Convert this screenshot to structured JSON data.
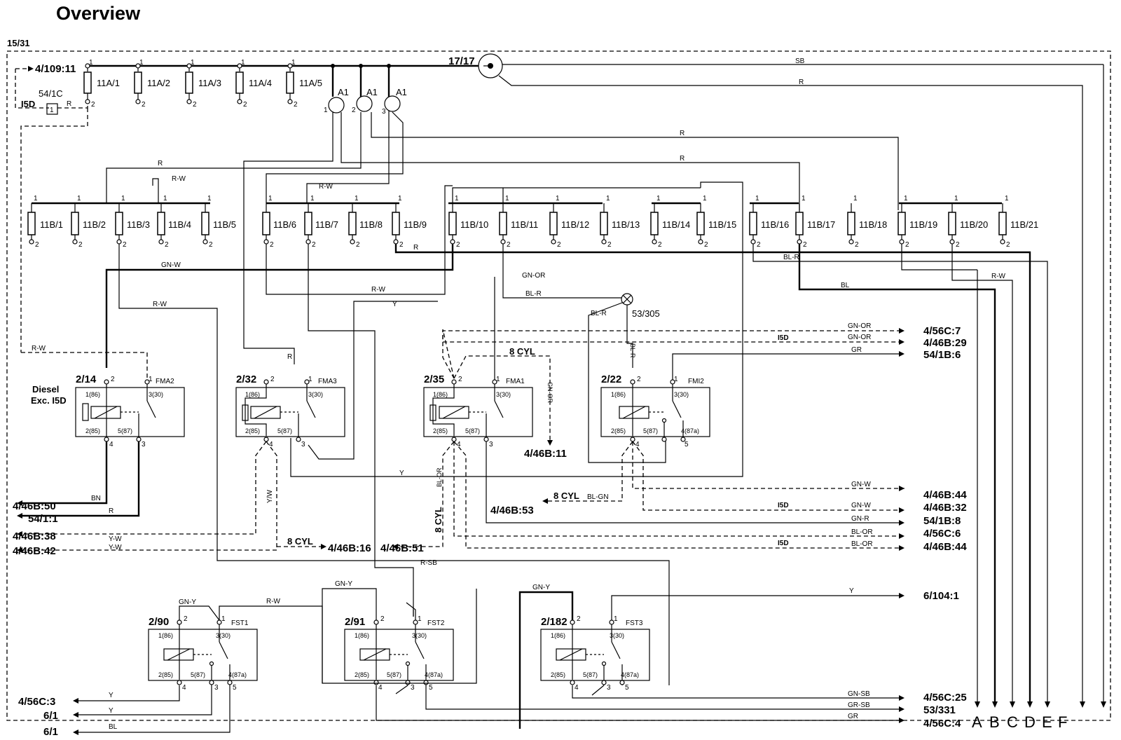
{
  "title": "Overview",
  "frame_label": "15/31",
  "top_labels": {
    "feed_ref": "4/109:11",
    "ignition_ref": "54/1C",
    "i5d": "I5D",
    "box1": "1",
    "r": "R",
    "pin_17_17": "17/17",
    "a1": "A1",
    "sb": "SB"
  },
  "fuses_a": [
    "11A/1",
    "11A/2",
    "11A/3",
    "11A/4",
    "11A/5"
  ],
  "fuses_b": [
    "11B/1",
    "11B/2",
    "11B/3",
    "11B/4",
    "11B/5",
    "11B/6",
    "11B/7",
    "11B/8",
    "11B/9",
    "11B/10",
    "11B/11",
    "11B/12",
    "11B/13",
    "11B/14",
    "11B/15",
    "11B/16",
    "11B/17",
    "11B/18",
    "11B/19",
    "11B/20",
    "11B/21"
  ],
  "pins": {
    "p1": "1",
    "p2": "2",
    "p3": "3",
    "p4": "4",
    "p5": "5"
  },
  "wire_colors": {
    "r": "R",
    "rw": "R-W",
    "gnw": "GN-W",
    "gnor": "GN-OR",
    "blr": "BL-R",
    "bl": "BL",
    "y": "Y",
    "gr": "GR",
    "bn": "BN",
    "yw": "Y-W",
    "yw2": "Y/W",
    "blor": "BL-OR",
    "blgn": "BL-GN",
    "gnr": "GN-R",
    "rsb": "R-SB",
    "gny": "GN-Y",
    "gnsb": "GN-SB",
    "grsb": "GR-SB",
    "sb": "SB"
  },
  "ground": "53/305",
  "relays": [
    {
      "id": "2/14",
      "name": "FMA2",
      "pin1": "1(86)",
      "pin3": "3(30)",
      "pin2": "2(85)",
      "pin5": "5(87)",
      "note1": "Diesel",
      "note2": "Exc. I5D"
    },
    {
      "id": "2/32",
      "name": "FMA3",
      "pin1": "1(86)",
      "pin3": "3(30)",
      "pin2": "2(85)",
      "pin5": "5(87)"
    },
    {
      "id": "2/35",
      "name": "FMA1",
      "pin1": "1(86)",
      "pin3": "3(30)",
      "pin2": "2(85)",
      "pin5": "5(87)"
    },
    {
      "id": "2/22",
      "name": "FMI2",
      "pin1": "1(86)",
      "pin3": "3(30)",
      "pin2": "2(85)",
      "pin5": "5(87)",
      "pin4": "4(87a)"
    },
    {
      "id": "2/90",
      "name": "FST1",
      "pin1": "1(86)",
      "pin3": "3(30)",
      "pin2": "2(85)",
      "pin5": "5(87)",
      "pin4": "4(87a)"
    },
    {
      "id": "2/91",
      "name": "FST2",
      "pin1": "1(86)",
      "pin3": "3(30)",
      "pin2": "2(85)",
      "pin5": "5(87)",
      "pin4": "4(87a)"
    },
    {
      "id": "2/182",
      "name": "FST3",
      "pin1": "1(86)",
      "pin3": "3(30)",
      "pin2": "2(85)",
      "pin5": "5(87)",
      "pin4": "4(87a)"
    }
  ],
  "cyl8": "8 CYL",
  "left_connectors": [
    "4/46B:50",
    "54/1:1",
    "4/46B:38",
    "4/46B:42",
    "4/56C:3",
    "6/1",
    "6/1"
  ],
  "mid_connectors": [
    "4/46B:16",
    "4/46B:51",
    "4/46B:11",
    "4/46B:53"
  ],
  "right_connectors": [
    "4/56C:7",
    "4/46B:29",
    "54/1B:6",
    "4/46B:44",
    "4/46B:32",
    "54/1B:8",
    "4/56C:6",
    "4/46B:44",
    "6/104:1",
    "4/56C:25",
    "53/331",
    "4/56C:4"
  ],
  "bottom_letters": [
    "A",
    "B",
    "C",
    "D",
    "E",
    "F"
  ]
}
